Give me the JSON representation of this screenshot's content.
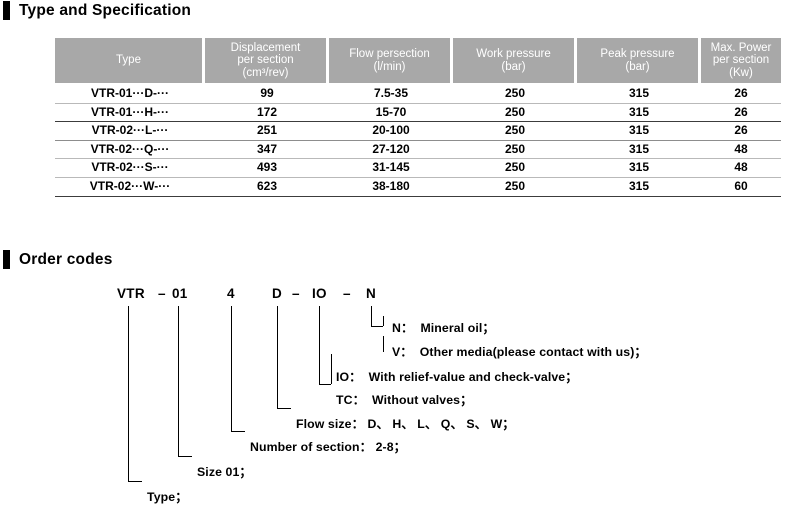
{
  "sections": {
    "spec_heading": "Type and Specification",
    "order_heading": "Order codes"
  },
  "spec_table": {
    "columns": [
      "Type",
      "Displacement\nper section\n(cm³/rev)",
      "Flow persection\n(l/min)",
      "Work pressure\n(bar)",
      "Peak pressure\n(bar)",
      "Max. Power\nper section\n(Kw)"
    ],
    "headers": {
      "type": "Type",
      "displacement_l1": "Displacement",
      "displacement_l2": "per section",
      "displacement_l3": "(cm³/rev)",
      "flow_l1": "Flow persection",
      "flow_l2": "(l/min)",
      "work_l1": "Work pressure",
      "work_l2": "(bar)",
      "peak_l1": "Peak pressure",
      "peak_l2": "(bar)",
      "power_l1": "Max. Power",
      "power_l2": "per section",
      "power_l3": "(Kw)"
    },
    "rows": [
      {
        "type": "VTR-01···D-···",
        "displacement": "99",
        "flow": "7.5-35",
        "work": "250",
        "peak": "315",
        "power": "26"
      },
      {
        "type": "VTR-01···H-···",
        "displacement": "172",
        "flow": "15-70",
        "work": "250",
        "peak": "315",
        "power": "26"
      },
      {
        "type": "VTR-02···L-···",
        "displacement": "251",
        "flow": "20-100",
        "work": "250",
        "peak": "315",
        "power": "26"
      },
      {
        "type": "VTR-02···Q-···",
        "displacement": "347",
        "flow": "27-120",
        "work": "250",
        "peak": "315",
        "power": "48"
      },
      {
        "type": "VTR-02···S-···",
        "displacement": "493",
        "flow": "31-145",
        "work": "250",
        "peak": "315",
        "power": "48"
      },
      {
        "type": "VTR-02···W-···",
        "displacement": "623",
        "flow": "38-180",
        "work": "250",
        "peak": "315",
        "power": "60"
      }
    ]
  },
  "order_code": {
    "tokens": {
      "type": "VTR",
      "dash1": "–",
      "size": "01",
      "sections": "4",
      "flow": "D",
      "dash2": "–",
      "valve": "IO",
      "dash3": "–",
      "media": "N"
    },
    "full_code": "VTR – 01 4 D – IO – N",
    "legend": [
      {
        "key": "N：",
        "text": "Mineral oil；"
      },
      {
        "key": "V：",
        "text": "Other media(please contact with us)；"
      },
      {
        "key": "IO：",
        "text": "With relief-value and check-valve；"
      },
      {
        "key": "TC：",
        "text": "Without valves；"
      },
      {
        "key": "",
        "text": "Flow size： D、 H、 L、 Q、 S、 W；"
      },
      {
        "key": "",
        "text": "Number of section： 2-8；"
      },
      {
        "key": "",
        "text": "Size 01；"
      },
      {
        "key": "",
        "text": "Type；"
      }
    ]
  },
  "colors": {
    "header_gray": "#a8a8a8",
    "header_text": "#ffffff",
    "body_text": "#000000",
    "rule_light": "#b9b9b9",
    "rule_dark": "#3c3c3c"
  }
}
